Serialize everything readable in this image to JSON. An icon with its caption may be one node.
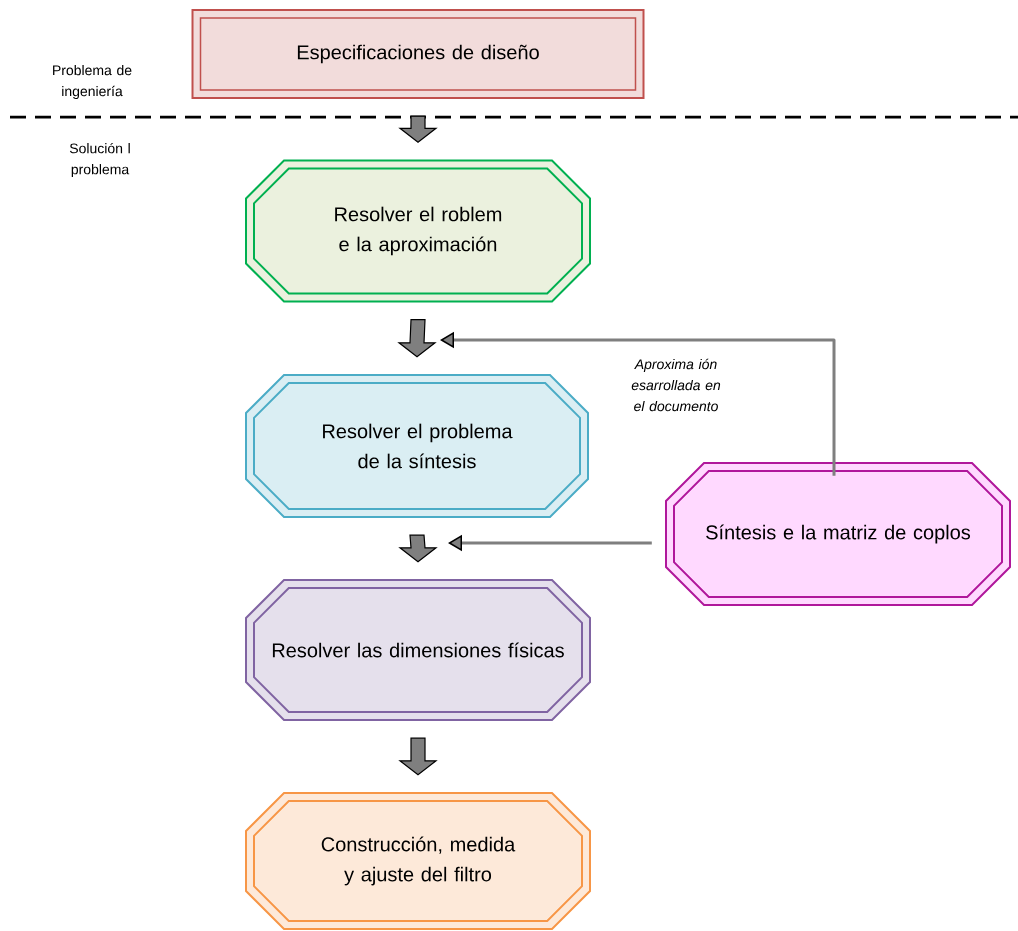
{
  "diagram": {
    "nodes": [
      {
        "text": [
          "Especificaciones de diseño"
        ]
      },
      {
        "text": [
          "Resolver el  roblem    e la aproximación"
        ]
      },
      {
        "text": [
          "Resolver el problema de la síntesis"
        ]
      },
      {
        "text": [
          "Resolver las dimensiones físicas"
        ]
      },
      {
        "text": [
          "Construcción, medida y ajuste del filtro"
        ]
      },
      {
        "text": [
          "Síntesis   e la matriz de coplos"
        ]
      }
    ],
    "edges": [
      {
        "from": 0,
        "to": 1,
        "arrow": "to",
        "style": "thick"
      },
      {
        "from": 1,
        "to": 2,
        "arrow": "to",
        "style": "thick"
      },
      {
        "from": 2,
        "to": 3,
        "arrow": "to",
        "style": "thick"
      },
      {
        "from": 3,
        "to": 4,
        "arrow": "to",
        "style": "thick"
      },
      {
        "from": 5,
        "to": null,
        "arrow": "to",
        "label": "Aproxima  ión esarrollada en el documento"
      },
      {
        "from": 5,
        "to": null,
        "arrow": "to"
      }
    ],
    "labels": [
      "Problema de ingeniería",
      "Solución    l problema"
    ]
  }
}
